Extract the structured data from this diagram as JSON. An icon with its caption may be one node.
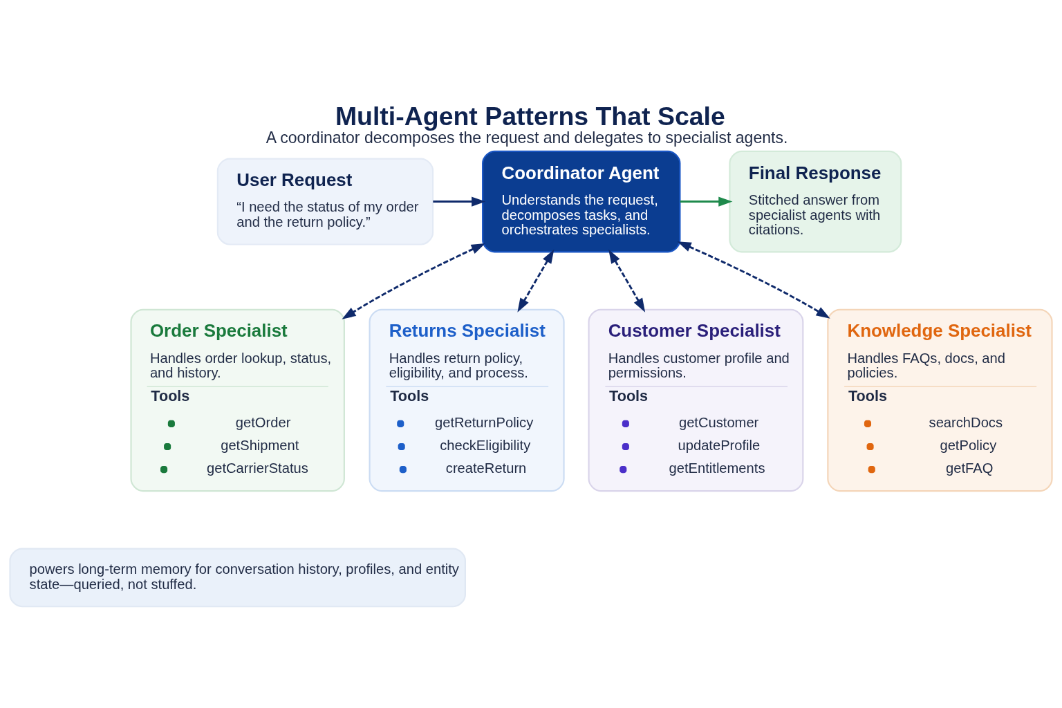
{
  "diagram": {
    "title": "Multi-Agent Patterns That Scale",
    "caption": "A coordinator decomposes the request and delegates to specialist agents.",
    "nodes": [
      {
        "text": [
          "User Request",
          "“I need the status of my order and the return policy.”"
        ]
      },
      {
        "text": [
          "Coordinator Agent",
          "Understands the request, decomposes tasks, and orchestrates specialists."
        ]
      },
      {
        "text": [
          "Final Response",
          "Stitched answer from specialist agents with citations."
        ]
      },
      {
        "text": [
          "Order Specialist",
          "Handles order lookup, status, and history.",
          "Tools",
          "getOrder",
          "getShipment",
          "getCarrierStatus"
        ]
      },
      {
        "text": [
          "Returns Specialist",
          "Handles return policy, eligibility, and process.",
          "Tools",
          "getReturnPolicy",
          "checkEligibility",
          "createReturn"
        ]
      },
      {
        "text": [
          "Customer Specialist",
          "Handles customer profile and permissions.",
          "Tools",
          "getCustomer",
          "updateProfile",
          "getEntitlements"
        ]
      },
      {
        "text": [
          "Knowledge Specialist",
          "Handles FAQs, docs, and policies.",
          "Tools",
          "searchDocs",
          "getPolicy",
          "getFAQ"
        ]
      },
      {
        "text": [
          "powers long-term memory for conversation history, profiles, and entity state—queried, not stuffed."
        ]
      }
    ],
    "edges": [
      {
        "from": 0,
        "to": 1,
        "arrow": "to"
      },
      {
        "from": 1,
        "to": 2,
        "arrow": "to",
        "color": "#1f8a4c"
      },
      {
        "from": 1,
        "to": 3,
        "arrow": "both",
        "style": "dashed"
      },
      {
        "from": 1,
        "to": 4,
        "arrow": "both",
        "style": "dashed"
      },
      {
        "from": 1,
        "to": 5,
        "arrow": "both",
        "style": "dashed"
      },
      {
        "from": 1,
        "to": 6,
        "arrow": "both",
        "style": "dashed"
      }
    ]
  }
}
